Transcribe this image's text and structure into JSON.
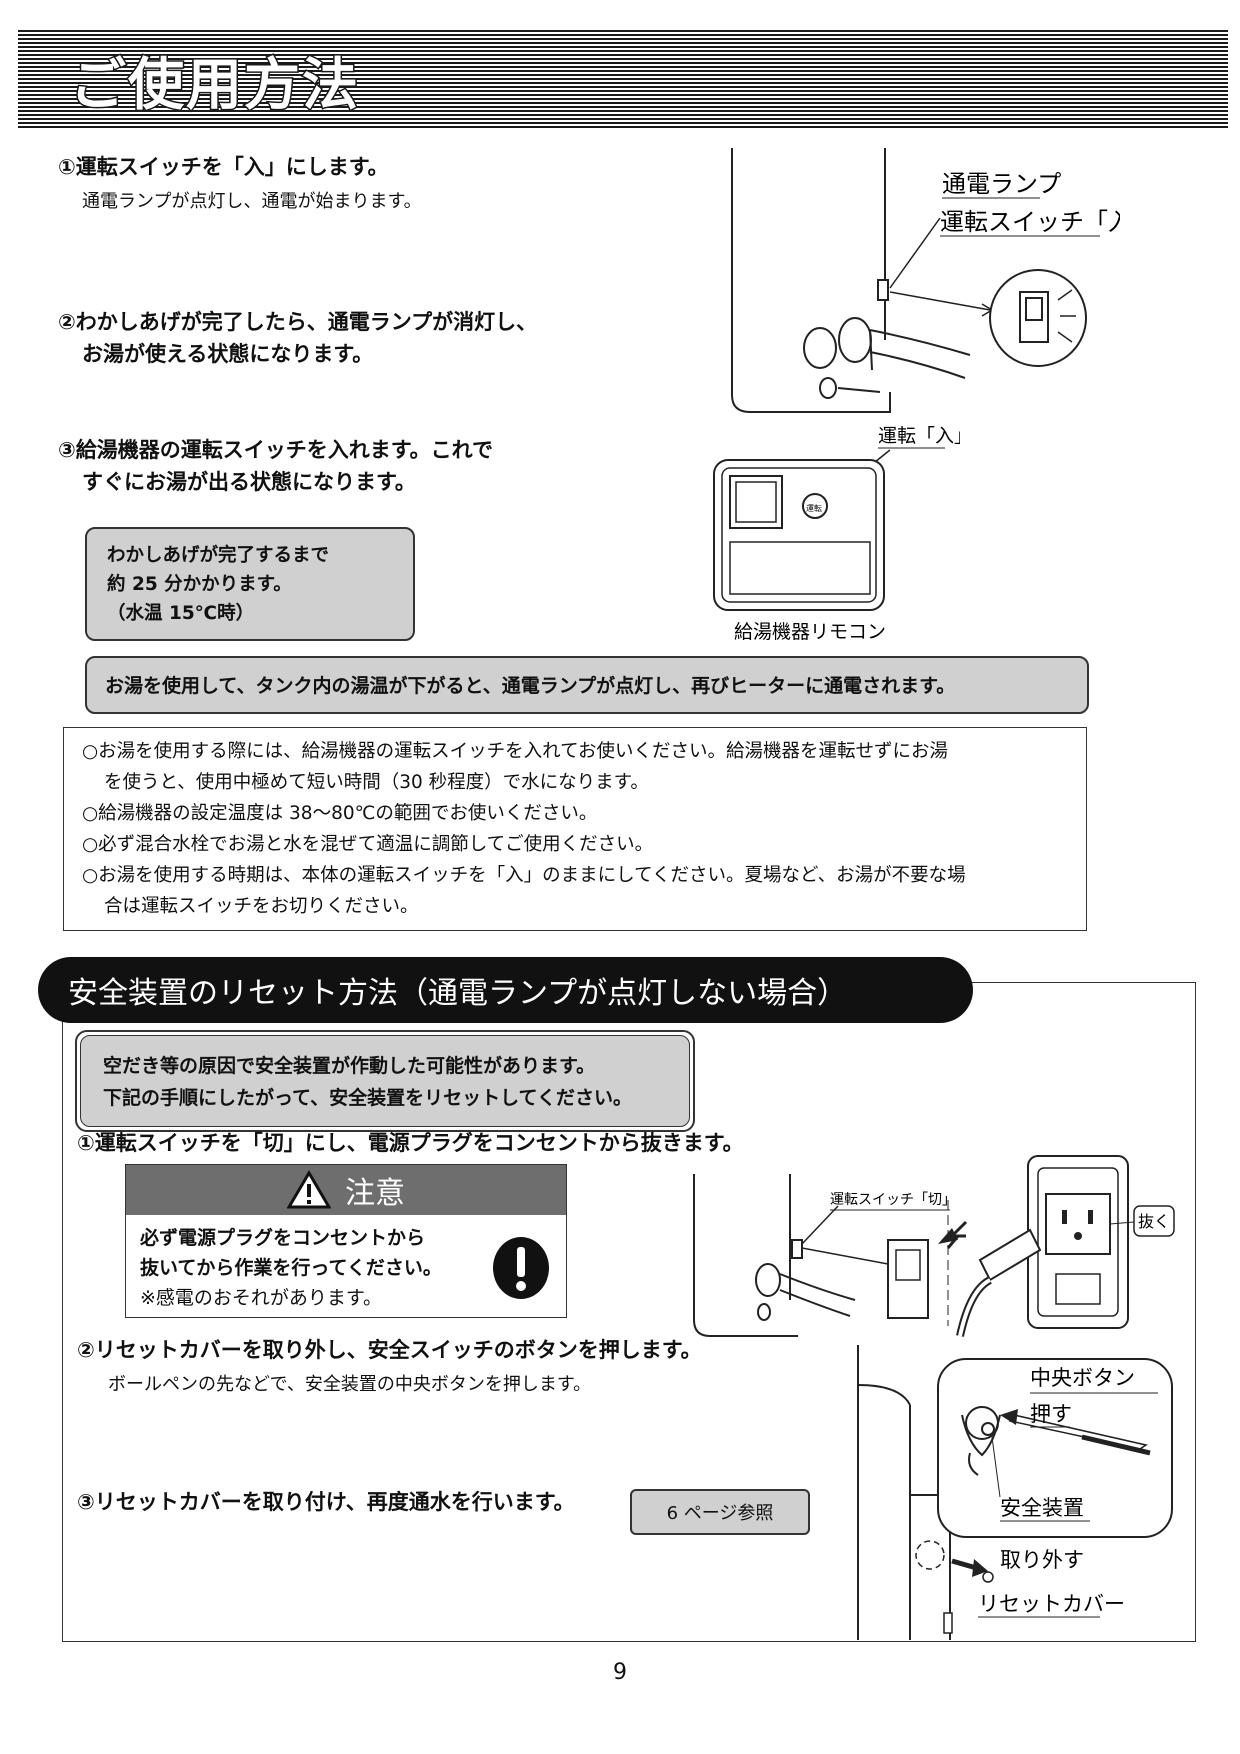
{
  "header": {
    "title": "ご使用方法"
  },
  "usage": {
    "step1": {
      "title": "①運転スイッチを「入」にします。",
      "desc": "通電ランプが点灯し、通電が始まります。"
    },
    "step2": {
      "line1": "②わかしあげが完了したら、通電ランプが消灯し、",
      "line2": "お湯が使える状態になります。"
    },
    "step3": {
      "line1": "③給湯機器の運転スイッチを入れます。これで",
      "line2": "すぐにお湯が出る状態になります。"
    },
    "info_box": {
      "line1": "わかしあげが完了するまで",
      "line2": "約 25 分かかります。",
      "line3": "（水温 15℃時）"
    },
    "banner": "お湯を使用して、タンク内の湯温が下がると、通電ランプが点灯し、再びヒーターに通電されます。",
    "notes": [
      "○お湯を使用する際には、給湯機器の運転スイッチを入れてお使いください。給湯機器を運転せずにお湯",
      "を使うと、使用中極めて短い時間（30 秒程度）で水になります。",
      "○給湯機器の設定温度は 38～80℃の範囲でお使いください。",
      "○必ず混合水栓でお湯と水を混ぜて適温に調節してご使用ください。",
      "○お湯を使用する時期は、本体の運転スイッチを「入」のままにしてください。夏場など、お湯が不要な場",
      "合は運転スイッチをお切りください。"
    ],
    "fig1": {
      "lamp_label": "通電ランプ",
      "switch_label": "運転スイッチ「入」"
    },
    "fig2": {
      "run_label": "運転「入」",
      "remote_label": "給湯機器リモコン",
      "button_text": "運転"
    }
  },
  "reset": {
    "section_title": "安全装置のリセット方法（通電ランプが点灯しない場合）",
    "intro": {
      "line1": "空だき等の原因で安全装置が作動した可能性があります。",
      "line2": "下記の手順にしたがって、安全装置をリセットしてください。"
    },
    "step1": "①運転スイッチを「切」にし、電源プラグをコンセントから抜きます。",
    "caution": {
      "title": "注意",
      "line1": "必ず電源プラグをコンセントから",
      "line2": "抜いてから作業を行ってください。",
      "line3": "※感電のおそれがあります。"
    },
    "fig3": {
      "switch_off_label": "運転スイッチ「切」",
      "unplug_label": "抜く"
    },
    "step2": {
      "title": "②リセットカバーを取り外し、安全スイッチのボタンを押します。",
      "desc": "ボールペンの先などで、安全装置の中央ボタンを押します。"
    },
    "step3": "③リセットカバーを取り付け、再度通水を行います。",
    "page_ref": "6 ページ参照",
    "fig4": {
      "center_button_label": "中央ボタン",
      "push_label": "押す",
      "safety_device_label": "安全装置",
      "remove_label": "取り外す",
      "reset_cover_label": "リセットカバー"
    }
  },
  "footer": {
    "page_number": "9"
  }
}
